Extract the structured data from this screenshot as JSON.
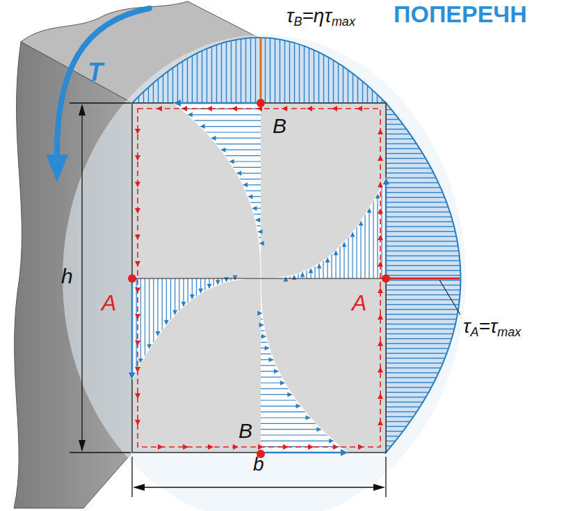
{
  "diagram": {
    "labels": [
      "ПОПЕРЕЧН",
      "τ",
      "B",
      "=ητ",
      "max",
      "T",
      "B",
      "h",
      "A",
      "A",
      "τ",
      "A",
      "=τ",
      "max",
      "B",
      "b"
    ]
  }
}
